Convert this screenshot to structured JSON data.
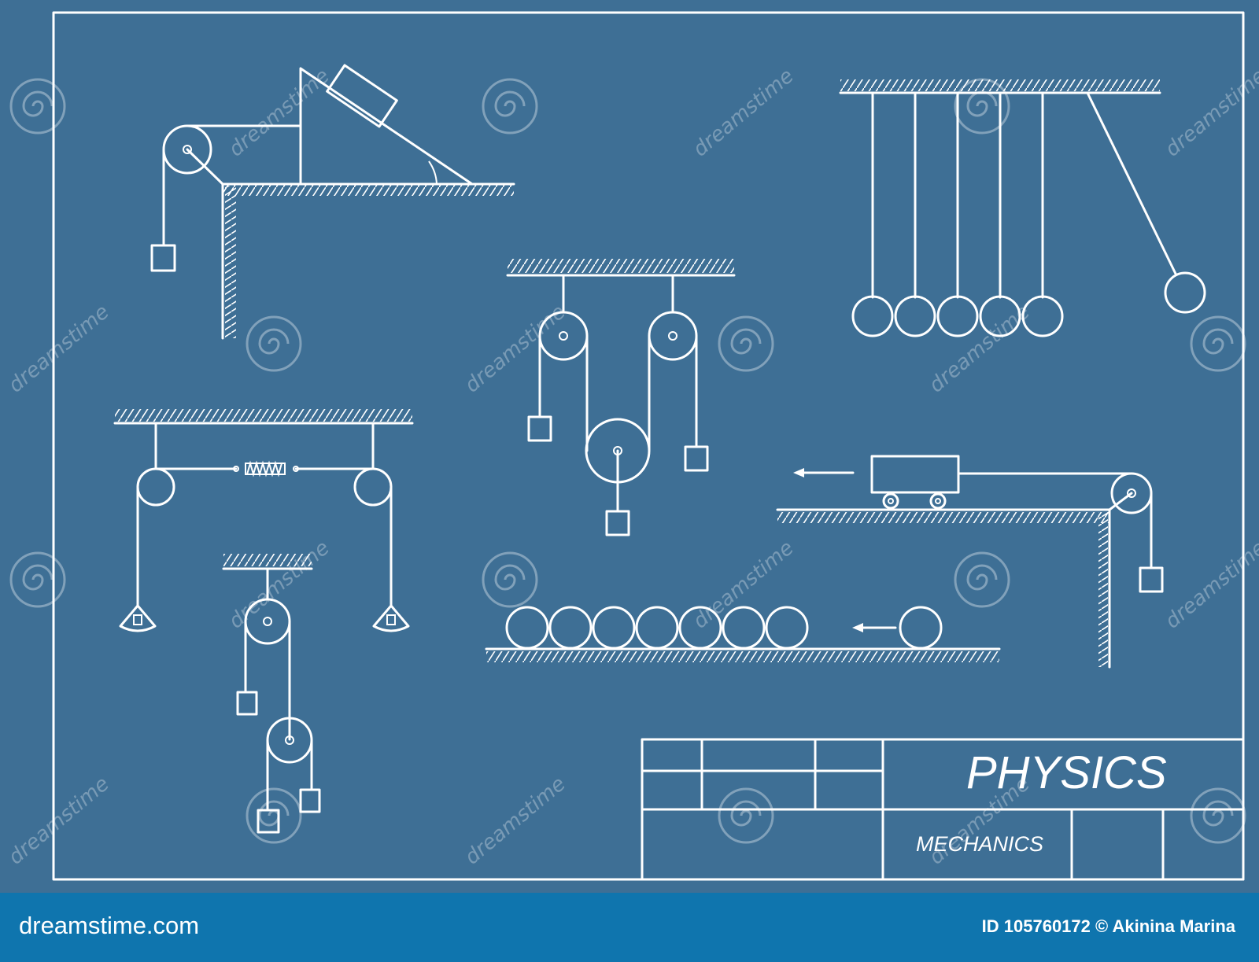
{
  "title_block": {
    "title": "PHYSICS",
    "subtitle": "MECHANICS"
  },
  "watermark": {
    "text": "dreamstime"
  },
  "footer": {
    "site": "dreamstime.com",
    "credit": "ID 105760172 © Akinina Marina"
  },
  "colors": {
    "background": "#3e6f95",
    "lines": "#ffffff",
    "footer_bar": "#0f75ae"
  }
}
